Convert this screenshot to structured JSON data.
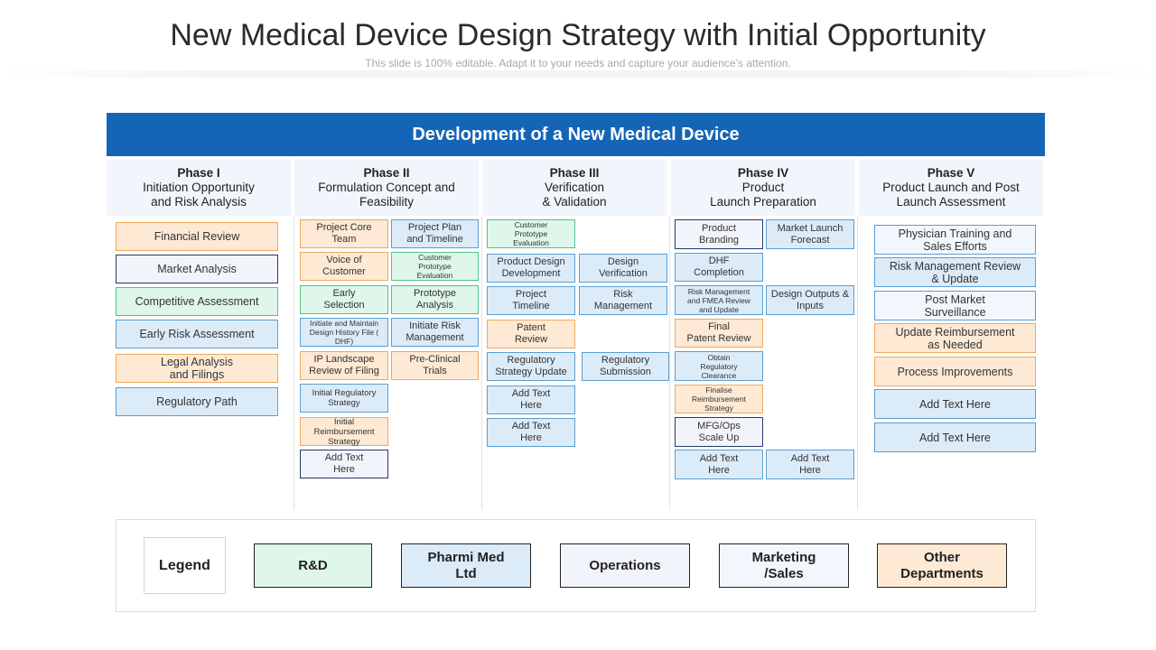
{
  "header": {
    "title": "New Medical Device Design Strategy with Initial Opportunity",
    "subtitle": "This slide is 100% editable. Adapt it to your needs and capture your audience’s attention."
  },
  "banner": "Development of a New Medical Device",
  "phases": [
    {
      "name": "Phase I",
      "desc": "Initiation Opportunity\nand Risk Analysis"
    },
    {
      "name": "Phase II",
      "desc": "Formulation Concept and\nFeasibility"
    },
    {
      "name": "Phase III",
      "desc": "Verification\n& Validation"
    },
    {
      "name": "Phase IV",
      "desc": "Product\nLaunch Preparation"
    },
    {
      "name": "Phase V",
      "desc": "Product Launch and Post\nLaunch Assessment"
    }
  ],
  "colors": {
    "banner": "#1565b7",
    "other_departments": "#f0a85a",
    "operations": "#243a66",
    "rd": "#52c48a",
    "pharmi_med": "#5a9ed3",
    "marketing_sales": "#5a9ed3"
  },
  "boxes": {
    "p1": [
      "Financial Review",
      "Market Analysis",
      "Competitive Assessment",
      "Early Risk Assessment",
      "Legal Analysis\nand Filings",
      "Regulatory Path"
    ],
    "p2a": [
      "Project Core\nTeam",
      "Voice of\nCustomer",
      "Early\nSelection",
      "Initiate and Maintain\nDesign History File (\nDHF)",
      "IP Landscape\nReview of Filing",
      "Initial Regulatory\nStrategy",
      "Initial\nReimbursement\nStrategy",
      "Add Text\nHere"
    ],
    "p2b": [
      "Project Plan\nand Timeline",
      "Customer\nPrototype\nEvaluation",
      "Prototype\nAnalysis",
      "Initiate Risk\nManagement",
      "Pre-Clinical\nTrials"
    ],
    "p3a": [
      "Customer\nPrototype\nEvaluation",
      "Product Design\nDevelopment",
      "Project\nTimeline",
      "Patent\nReview",
      "Regulatory\nStrategy Update",
      "Add Text\nHere",
      "Add Text\nHere"
    ],
    "p3b": [
      "Design\nVerification",
      "Risk\nManagement",
      "Regulatory\nSubmission"
    ],
    "p4a": [
      "Product\nBranding",
      "DHF\nCompletion",
      "Risk Management\nand FMEA Review\nand Update",
      "Final\nPatent Review",
      "Obtain\nRegulatory\nClearance",
      "Finalise\nReimbursement\nStrategy",
      "MFG/Ops\nScale Up",
      "Add Text\nHere"
    ],
    "p4b": [
      "Market Launch\nForecast",
      "Design Outputs &\nInputs",
      "Add Text\nHere"
    ],
    "p5": [
      "Physician Training and\nSales Efforts",
      "Risk Management Review\n& Update",
      "Post Market\nSurveillance",
      "Update Reimbursement\nas Needed",
      "Process Improvements",
      "Add Text Here",
      "Add Text Here"
    ]
  },
  "legend": {
    "label": "Legend",
    "items": [
      "R&D",
      "Pharmi Med\nLtd",
      "Operations",
      "Marketing\n/Sales",
      "Other\nDepartments"
    ]
  }
}
